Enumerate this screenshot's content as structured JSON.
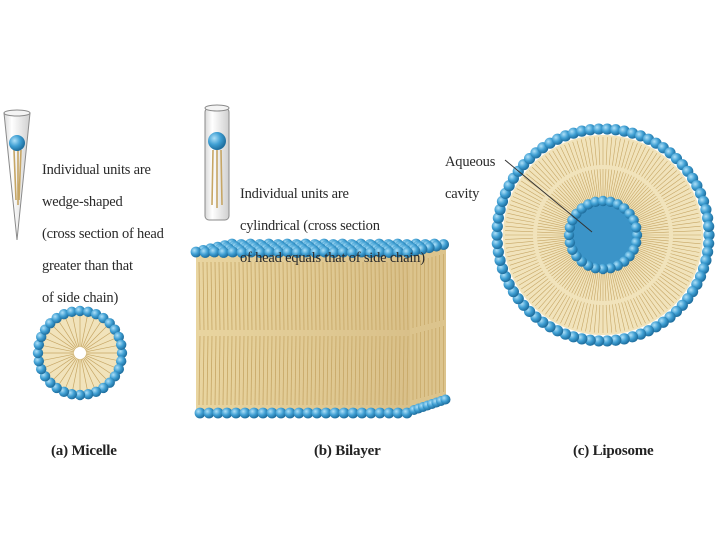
{
  "colors": {
    "head": "#3f9fd3",
    "head_dark": "#2a7fb3",
    "tail": "#ecd9a6",
    "tail_line": "#c6a665",
    "glass": "#8a8a8a"
  },
  "micelle": {
    "description_lines": [
      "Individual units are",
      "wedge-shaped",
      "(cross section of head",
      "greater than that",
      "of side chain)"
    ],
    "caption": "(a) Micelle"
  },
  "bilayer": {
    "description_lines": [
      "Individual units are",
      "cylindrical (cross section",
      "of head equals that of side chain)"
    ],
    "caption": "(b) Bilayer"
  },
  "liposome": {
    "label_lines": [
      "Aqueous",
      "cavity"
    ],
    "caption": "(c) Liposome"
  }
}
